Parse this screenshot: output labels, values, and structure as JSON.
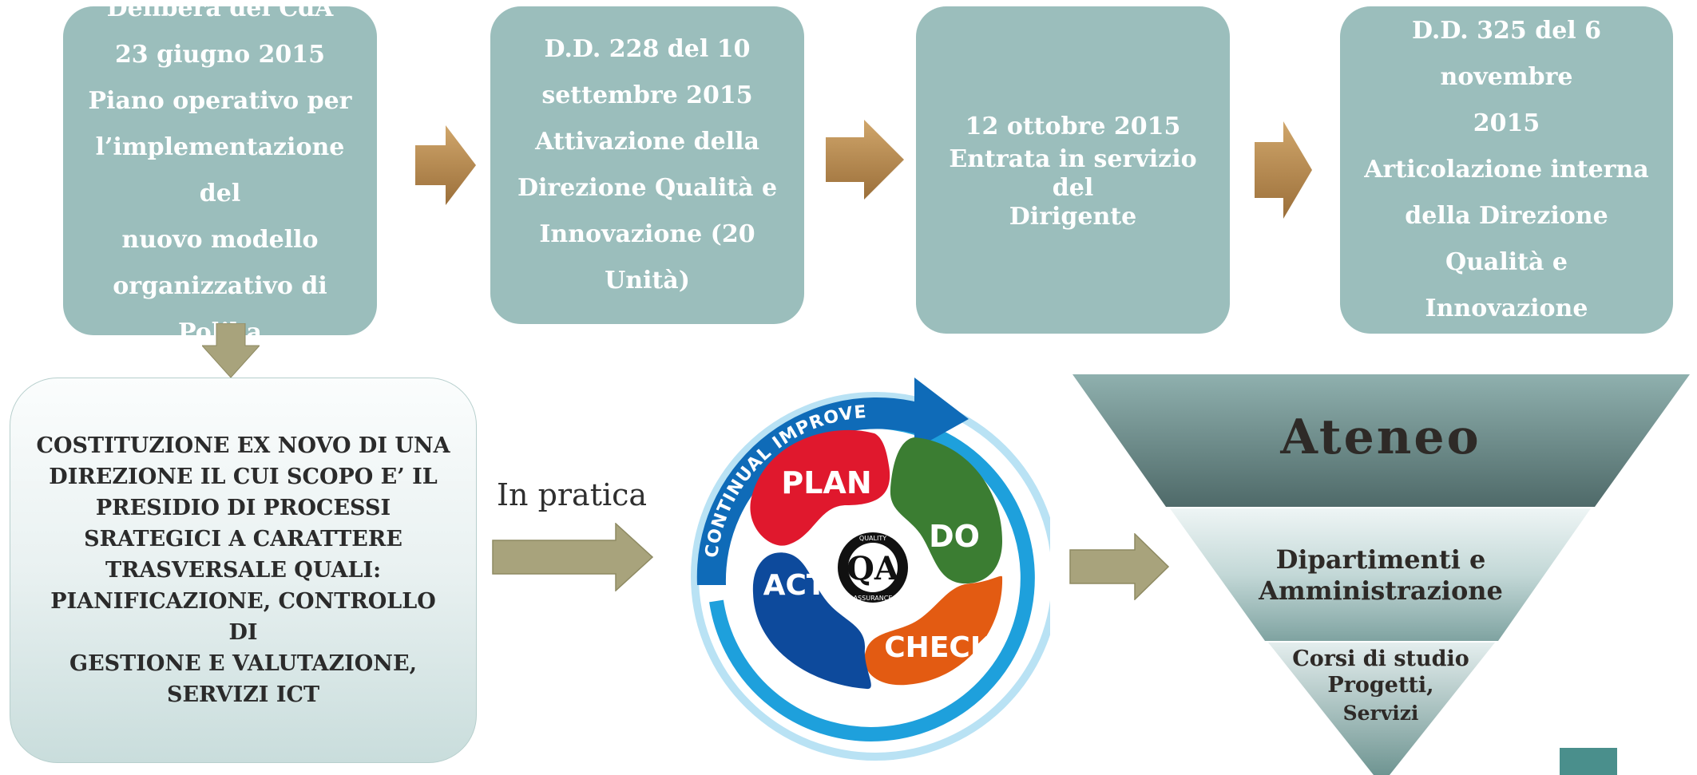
{
  "steps": [
    {
      "lines": [
        "Delibera del CdA",
        "23 giugno 2015",
        "Piano operativo per",
        "l’implementazione del",
        "nuovo modello",
        "organizzativo di Poliba"
      ]
    },
    {
      "lines": [
        "D.D. 228 del 10",
        "settembre 2015",
        "Attivazione della",
        "Direzione Qualità e",
        "Innovazione (20 Unità)"
      ]
    },
    {
      "lines": [
        "12 ottobre 2015",
        "Entrata in servizio del",
        "Dirigente"
      ]
    },
    {
      "lines": [
        "D.D. 325 del 6 novembre",
        "2015",
        "Articolazione interna",
        "della Direzione Qualità e",
        "Innovazione"
      ]
    }
  ],
  "main_box": {
    "text": "COSTITUZIONE EX NOVO DI UNA\nDIREZIONE IL CUI SCOPO E’ IL\nPRESIDIO DI PROCESSI\nSRATEGICI A CARATTERE\nTRASVERSALE QUALI:\nPIANIFICAZIONE, CONTROLLO DI\nGESTIONE E VALUTAZIONE,\nSERVIZI ICT"
  },
  "connector_label": "In pratica",
  "pdca": {
    "arc_label": "CONTINUAL IMPROVEMENT",
    "plan": "PLAN",
    "do": "DO",
    "check": "CHECK",
    "act": "ACT",
    "badge_letters": "QA",
    "badge_top": "QUALITY",
    "badge_bottom": "ASSURANCE"
  },
  "pyramid": {
    "level1": "Ateneo",
    "level2_line1": "Dipartimenti e",
    "level2_line2": "Amministrazione",
    "level3_line1": "Corsi di studio",
    "level3_line2": "Progetti,",
    "level3_line3": "Servizi"
  },
  "colors": {
    "box_teal": "#9bbebc",
    "arrow_gold": "#b68a52",
    "arrow_olive": "#a8a37c",
    "plan_red": "#e0182d",
    "do_green": "#3b7d32",
    "check_orange": "#e35b12",
    "act_blue": "#0d4a9c",
    "ring_blue": "#1ea0dc"
  }
}
